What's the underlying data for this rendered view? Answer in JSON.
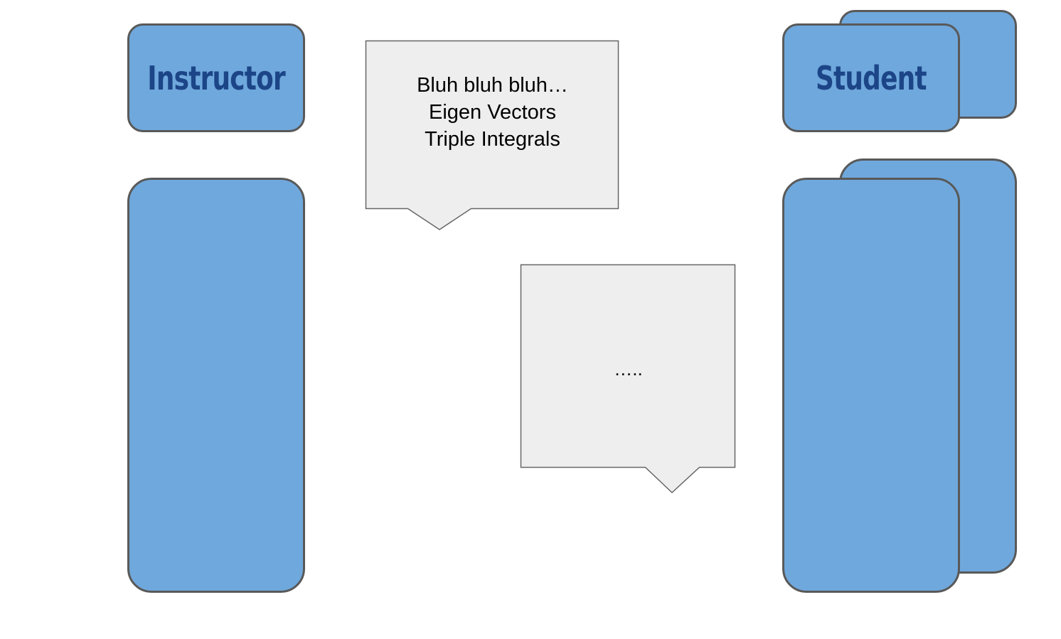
{
  "instructor": {
    "label": "Instructor"
  },
  "student": {
    "label": "Student"
  },
  "bubble_top": {
    "lines": [
      "Bluh bluh bluh…",
      "Eigen Vectors",
      "Triple Integrals"
    ]
  },
  "bubble_bottom": {
    "text": "….."
  },
  "colors": {
    "block_fill": "#6fa8dc",
    "block_border": "#595959",
    "label_text": "#1c4587",
    "bubble_fill": "#eeeeee",
    "bubble_border": "#666666"
  }
}
